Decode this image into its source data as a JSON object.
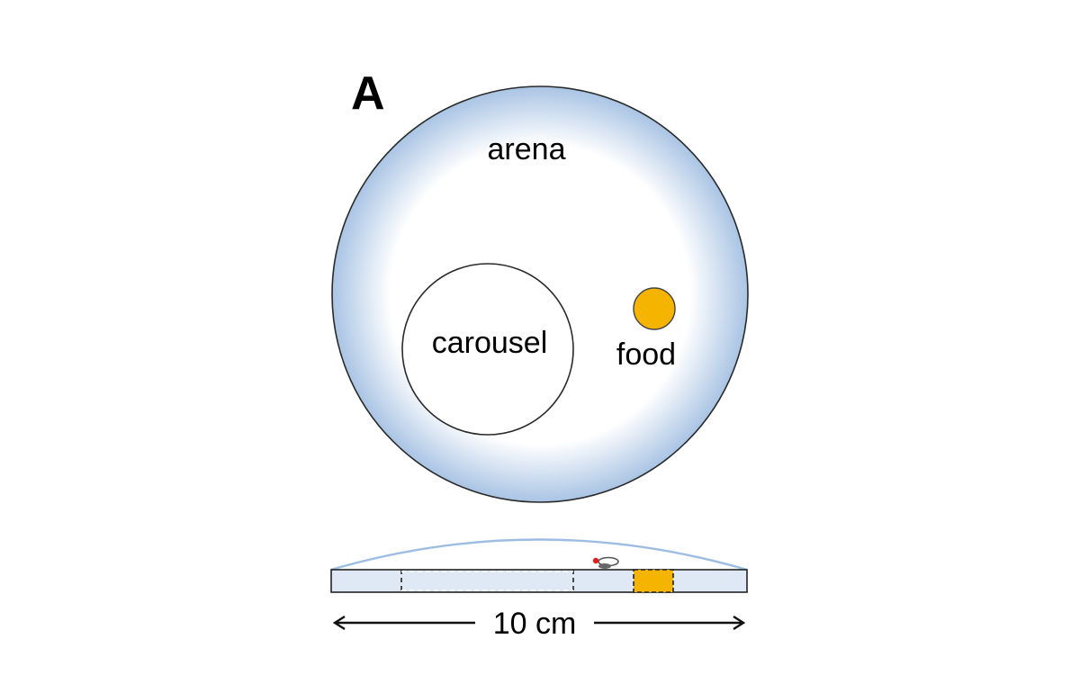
{
  "panel_label": "A",
  "labels": {
    "arena": "arena",
    "carousel": "carousel",
    "food": "food",
    "scale": "10 cm"
  },
  "colors": {
    "arena_edge": "#a9c4e4",
    "arena_center": "#ffffff",
    "food": "#f4b400",
    "side_fill": "#dfe9f6",
    "outline": "#222222",
    "fly_marker": "#e02020"
  }
}
